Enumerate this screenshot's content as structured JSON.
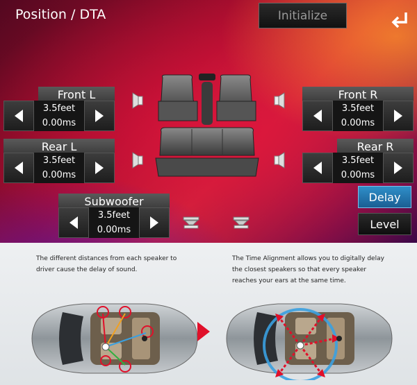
{
  "header": {
    "title": "Position / DTA",
    "initialize_label": "Initialize"
  },
  "icons": {
    "back": "back-arrow-icon",
    "left": "arrow-left-icon",
    "right": "arrow-right-icon",
    "speaker": "speaker-icon",
    "subwoofer": "subwoofer-icon"
  },
  "speakers": {
    "front_l": {
      "name": "Front L",
      "distance": "3.5feet",
      "delay": "0.00ms"
    },
    "front_r": {
      "name": "Front R",
      "distance": "3.5feet",
      "delay": "0.00ms"
    },
    "rear_l": {
      "name": "Rear L",
      "distance": "3.5feet",
      "delay": "0.00ms"
    },
    "rear_r": {
      "name": "Rear R",
      "distance": "3.5feet",
      "delay": "0.00ms"
    },
    "subwoofer": {
      "name": "Subwoofer",
      "distance": "3.5feet",
      "delay": "0.00ms"
    }
  },
  "modes": {
    "delay_label": "Delay",
    "level_label": "Level",
    "active": "Delay"
  },
  "colors": {
    "active_button": "#2a7fbf",
    "highlight_red": "#e0102a",
    "ring_blue": "#3aa0e0"
  },
  "help": {
    "left_text_1": "The different distances from each speaker to",
    "left_text_2": "driver cause the delay of sound.",
    "right_text_1": "The Time Alignment allows you to digitally delay",
    "right_text_2": "the closest speakers so that every speaker",
    "right_text_3": "reaches your ears at the same time."
  }
}
